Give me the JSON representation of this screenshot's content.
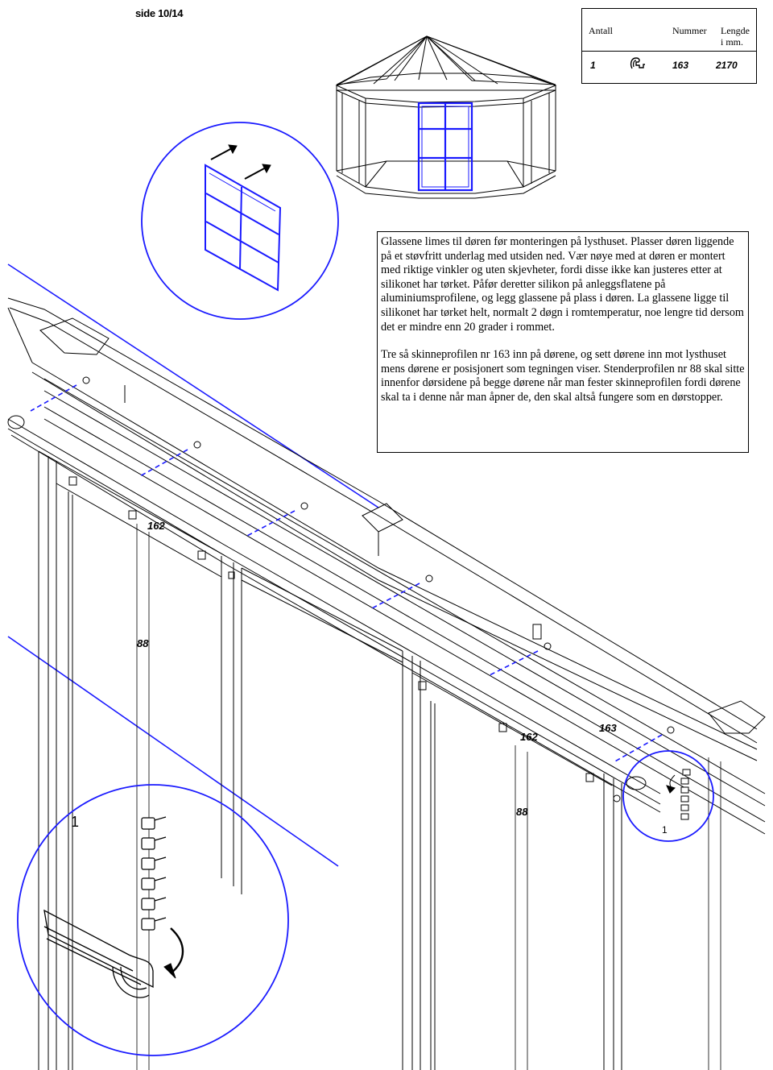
{
  "page": {
    "header": "side 10/14"
  },
  "parts_table": {
    "headers": {
      "count": "Antall",
      "number": "Nummer",
      "length": "Lengde i mm."
    },
    "row": {
      "count": "1",
      "icon": "rail-profile-icon",
      "number": "163",
      "length": "2170"
    }
  },
  "instructions": {
    "paragraph_1": "Glassene limes til døren før monteringen på lysthuset. Plasser døren liggende på et støvfritt underlag med utsiden ned. Vær nøye med at døren er montert med riktige vinkler og uten skjevheter, fordi disse ikke kan justeres etter at silikonet har tørket. Påfør deretter silikon på anleggsflatene på aluminiumsprofilene, og legg glassene på plass i døren. La glassene ligge til silikonet har tørket helt, normalt 2 døgn i romtemperatur, noe lengre tid dersom det er mindre enn 20 grader i rommet.",
    "paragraph_2": "Tre så skinneprofilen nr 163 inn på dørene, og sett dørene inn mot lysthuset mens dørene er posisjonert som tegningen viser. Stenderprofilen nr 88 skal sitte innenfor dørsidene på begge dørene når man fester skinneprofilen fordi dørene skal ta i denne når man åpner de, den skal altså fungere som en dørstopper."
  },
  "labels": {
    "door_top_left": "162",
    "stud_left": "88",
    "door_top_right": "162",
    "rail": "163",
    "stud_right": "88",
    "detail_small": "1",
    "detail_large": "1"
  },
  "colors": {
    "line": "#000000",
    "accent": "#1a1aff"
  }
}
